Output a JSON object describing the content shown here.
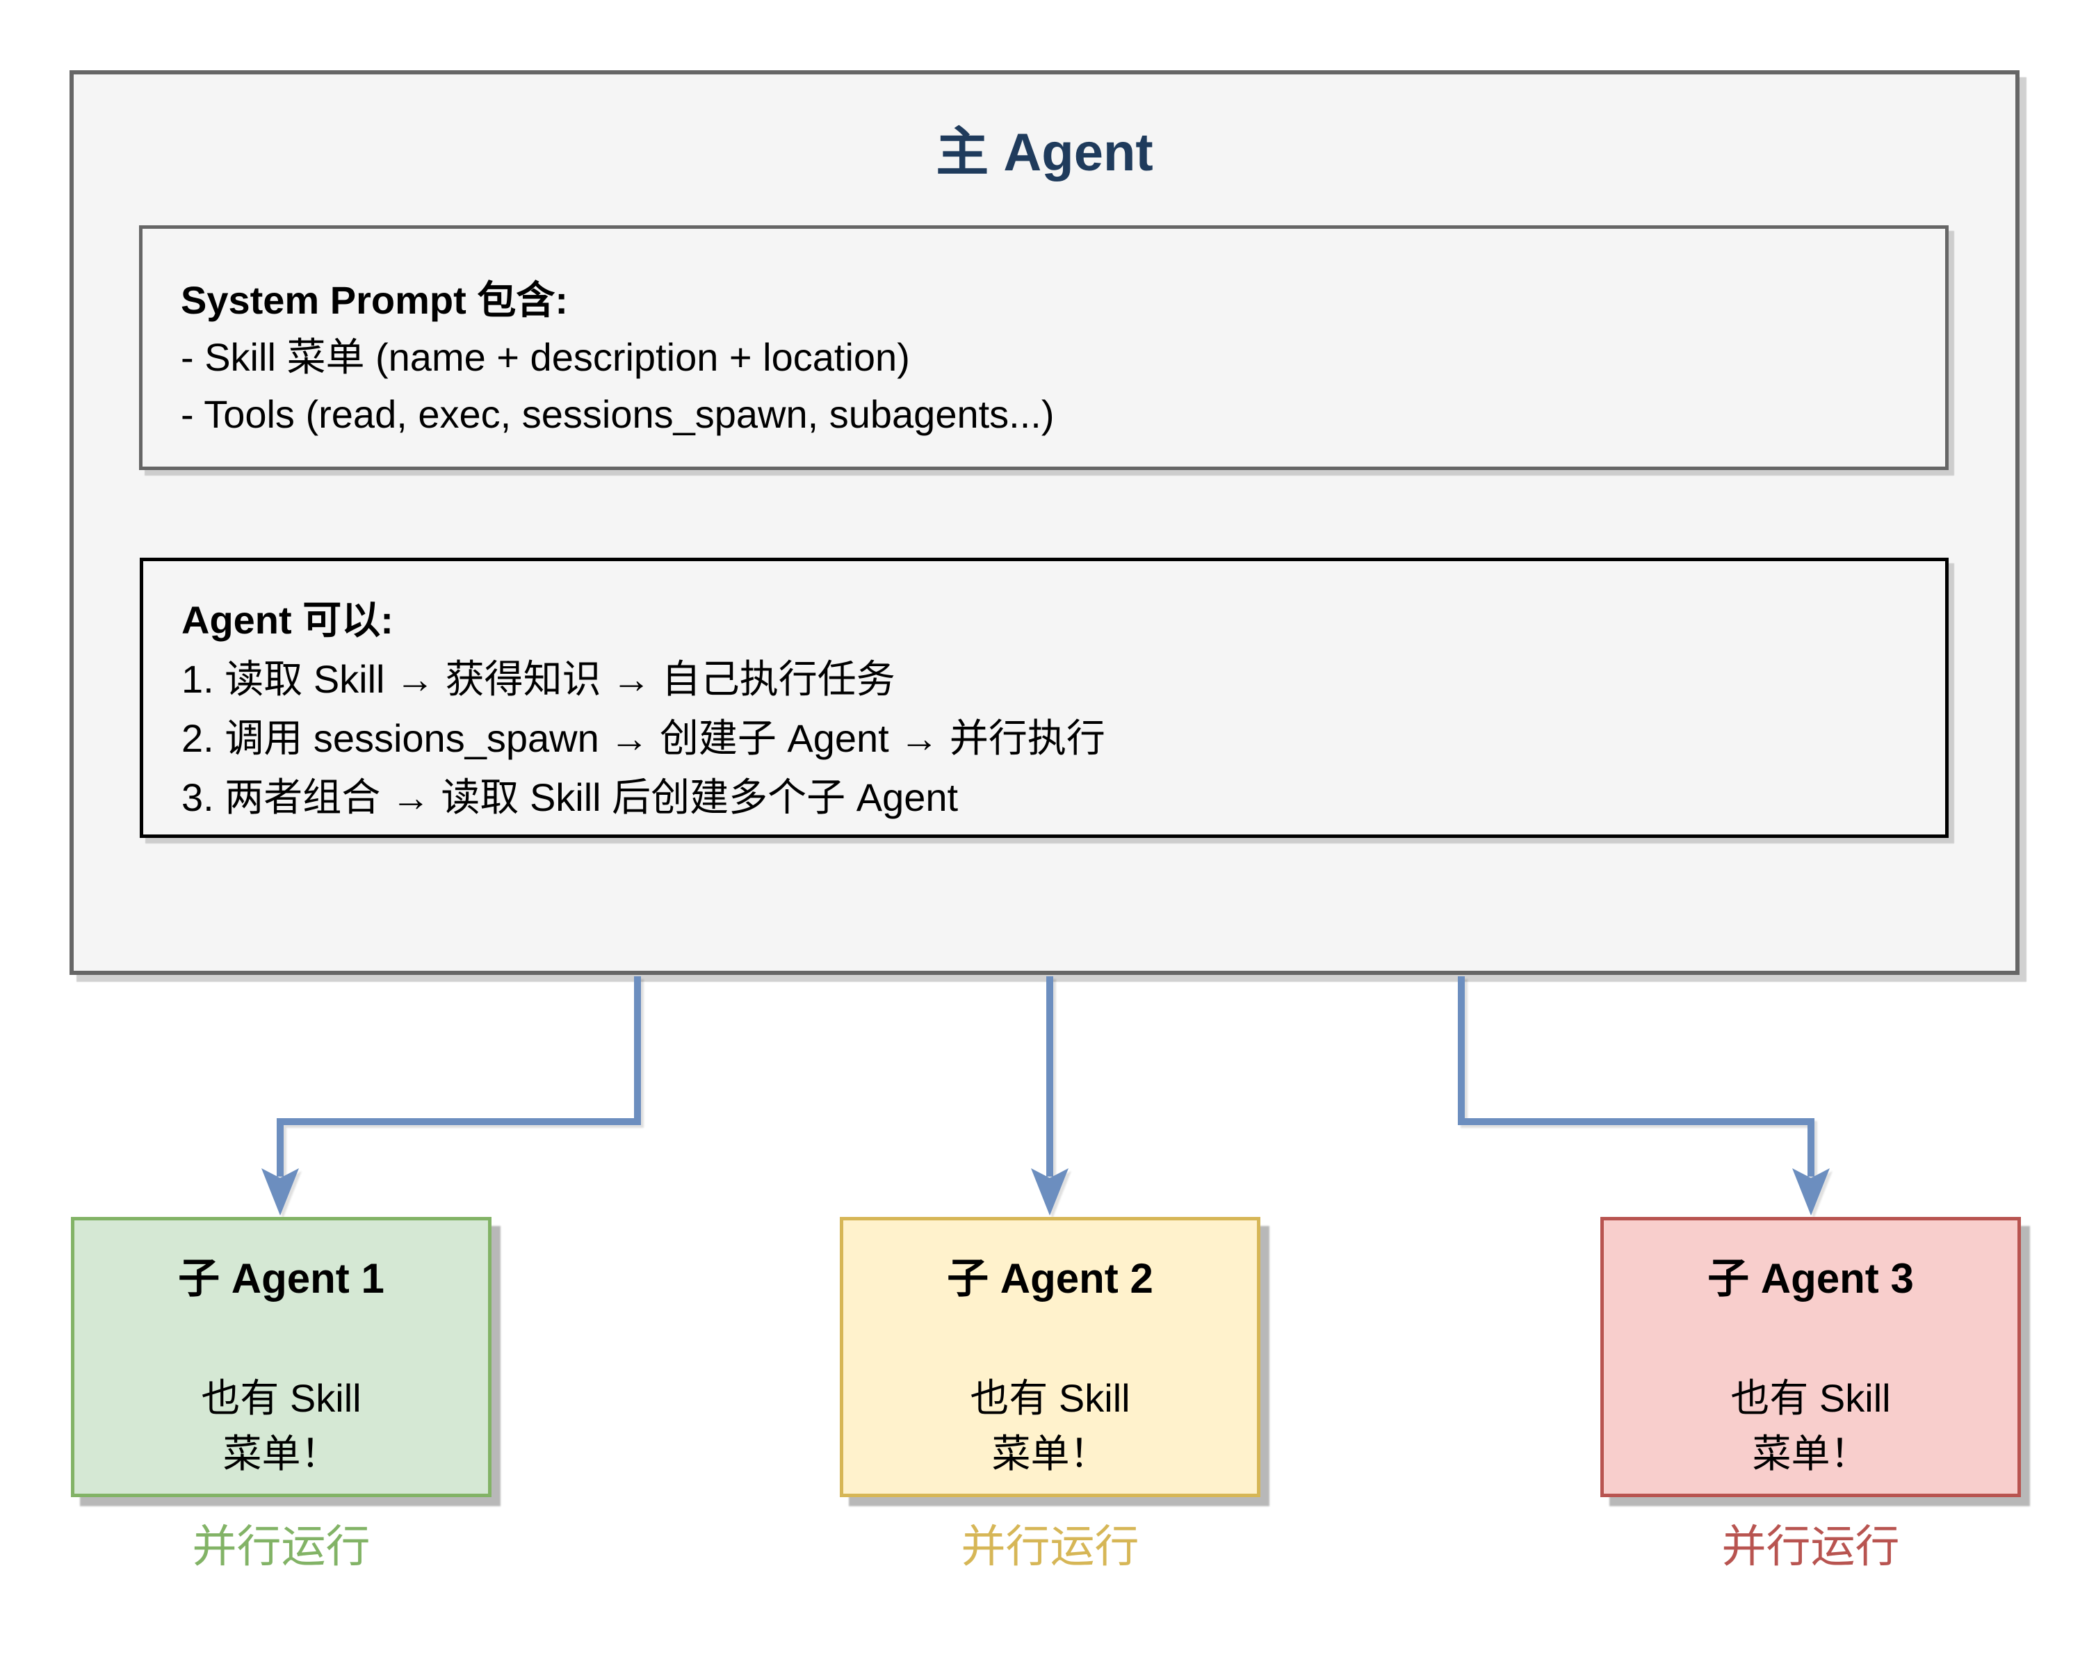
{
  "main_agent": {
    "title": "主 Agent",
    "system_prompt_box": {
      "heading": "System Prompt 包含:",
      "items": [
        "- Skill 菜单 (name + description + location)",
        "- Tools (read, exec, sessions_spawn, subagents...)"
      ]
    },
    "capabilities_box": {
      "heading": "Agent 可以:",
      "items": [
        "1. 读取 Skill → 获得知识 → 自己执行任务",
        "2. 调用 sessions_spawn → 创建子 Agent → 并行执行",
        "3. 两者组合 → 读取 Skill 后创建多个子 Agent"
      ]
    }
  },
  "sub_agents": [
    {
      "title": "子 Agent 1",
      "body_line1": "也有 Skill",
      "body_line2": "菜单！",
      "caption": "并行运行",
      "fill": "#d5e8d4",
      "border": "#82b366",
      "caption_color": "#82b366"
    },
    {
      "title": "子 Agent 2",
      "body_line1": "也有 Skill",
      "body_line2": "菜单！",
      "caption": "并行运行",
      "fill": "#fff2cc",
      "border": "#d6b656",
      "caption_color": "#d6b656"
    },
    {
      "title": "子 Agent 3",
      "body_line1": "也有 Skill",
      "body_line2": "菜单！",
      "caption": "并行运行",
      "fill": "#f8cecc",
      "border": "#b85450",
      "caption_color": "#b85450"
    }
  ],
  "colors": {
    "title_color": "#1f3b5c",
    "main_border": "#666666",
    "main_fill": "#f5f5f5",
    "prompt_box_border": "#666666",
    "caps_box_border": "#000000",
    "connector": "#6c8ebf"
  }
}
